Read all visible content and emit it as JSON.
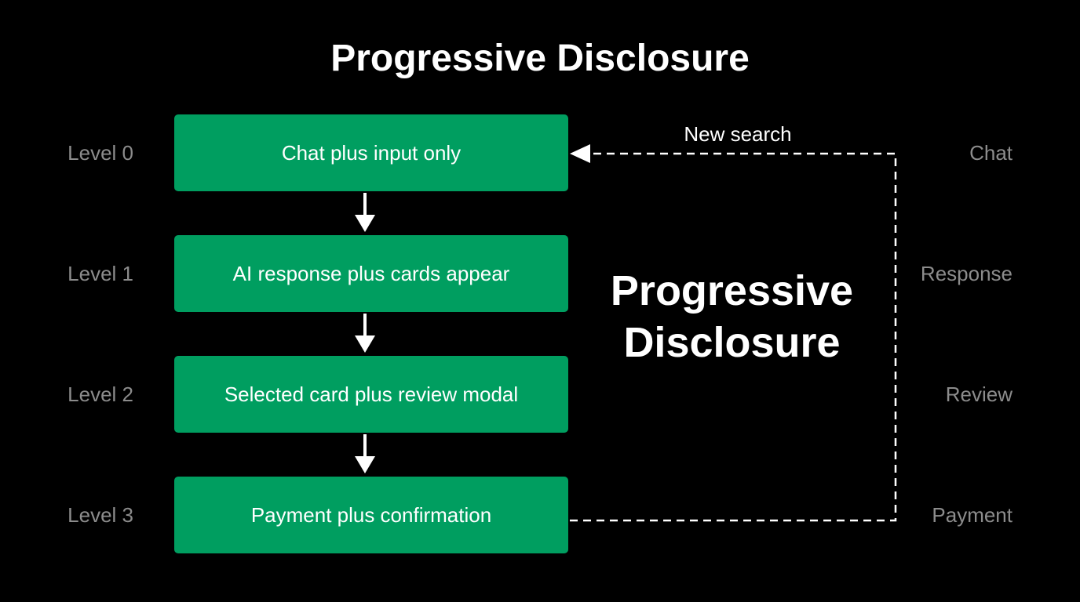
{
  "title": "Progressive Disclosure",
  "center_title_lines": [
    "Progressive",
    "Disclosure"
  ],
  "loop_label": "New search",
  "levels": [
    {
      "level": "Level 0",
      "step": "Chat plus input only",
      "stage": "Chat"
    },
    {
      "level": "Level 1",
      "step": "AI response plus cards appear",
      "stage": "Response"
    },
    {
      "level": "Level 2",
      "step": "Selected card plus review modal",
      "stage": "Review"
    },
    {
      "level": "Level 3",
      "step": "Payment plus confirmation",
      "stage": "Payment"
    }
  ],
  "colors": {
    "background": "#000000",
    "box": "#009e60",
    "text": "#ffffff",
    "side_label": "#8c8c8c"
  }
}
